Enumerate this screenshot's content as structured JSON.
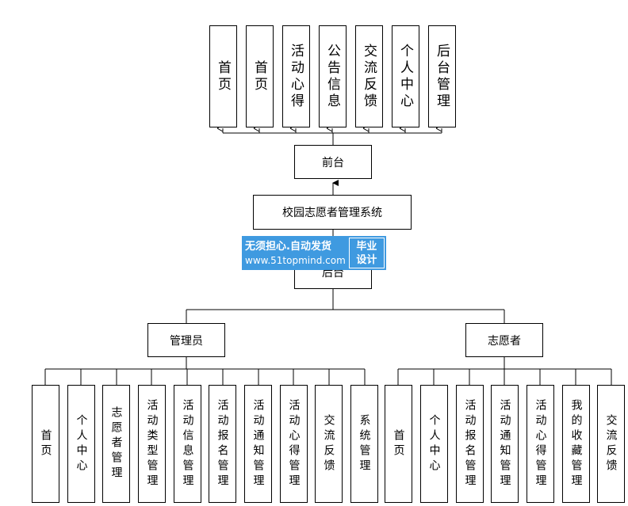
{
  "system": "校园志愿者管理系统",
  "frontend": {
    "label": "前台",
    "items": [
      "首页",
      "首页",
      "活动心得",
      "公告信息",
      "交流反馈",
      "个人中心",
      "后台管理"
    ]
  },
  "backend": {
    "label": "后台",
    "admin": {
      "label": "管理员",
      "items": [
        "首页",
        "个人中心",
        "志愿者管理",
        "活动类型管理",
        "活动信息管理",
        "活动报名管理",
        "活动通知管理",
        "活动心得管理",
        "交流反馈",
        "系统管理"
      ]
    },
    "volunteer": {
      "label": "志愿者",
      "items": [
        "首页",
        "个人中心",
        "活动报名管理",
        "活动通知管理",
        "活动心得管理",
        "我的收藏管理",
        "交流反馈"
      ]
    }
  },
  "watermark": {
    "line1": "无须担心.自动发货",
    "line2": "www.51topmind.com",
    "badge1": "毕业",
    "badge2": "设计"
  }
}
